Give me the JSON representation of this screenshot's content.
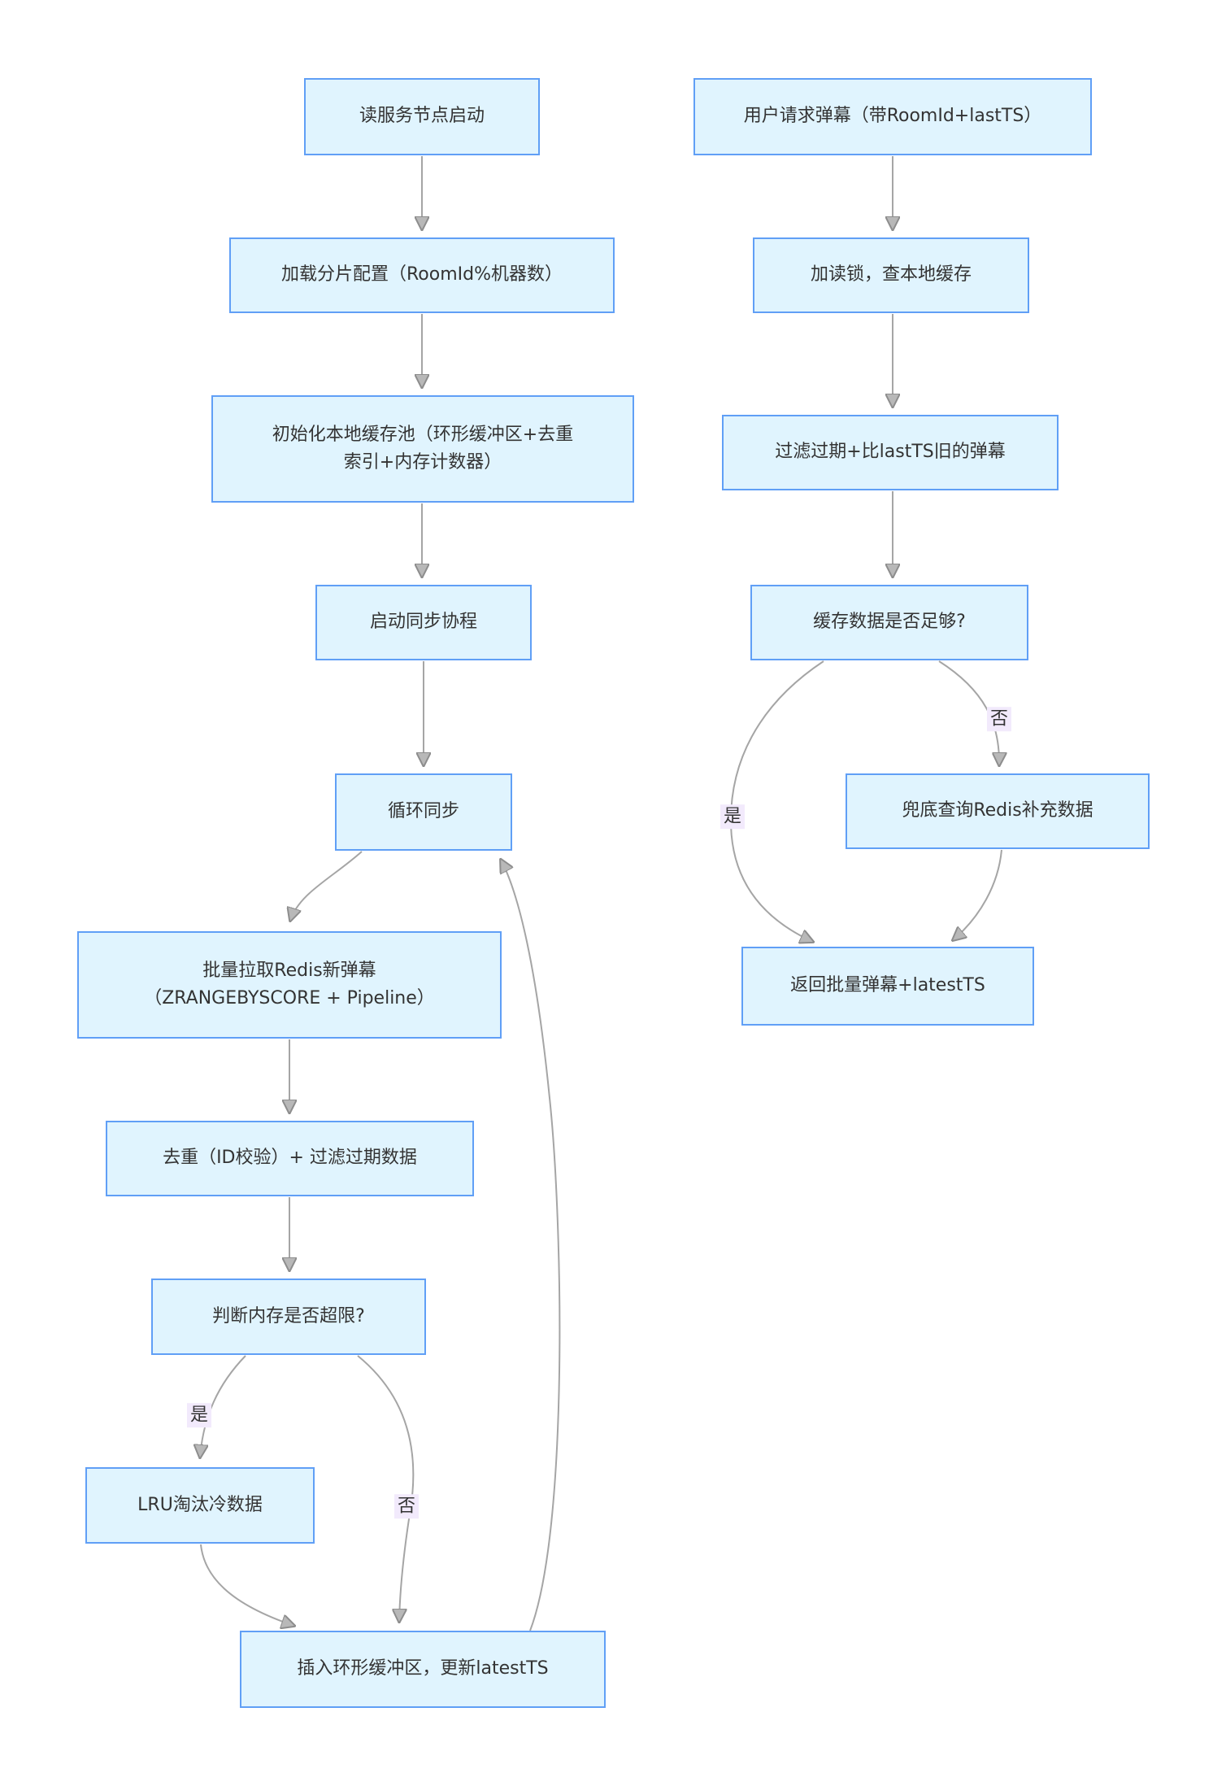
{
  "colors": {
    "background": "#ffffff",
    "node_fill": "#e0f4fe",
    "node_border": "#609ff6",
    "edge_line": "#a5a5a5",
    "arrowhead_fill": "#b8b8b8",
    "arrowhead_stroke": "#8d8d8d",
    "edge_label_bg": "#f2eafc",
    "text": "#333333"
  },
  "nodes": {
    "svc_start": "读服务节点启动",
    "load_shard": "加载分片配置（RoomId%机器数）",
    "init_pool": "初始化本地缓存池（环形缓冲区+去重\n索引+内存计数器）",
    "start_sync": "启动同步协程",
    "loop_sync": "循环同步",
    "batch_pull": "批量拉取Redis新弹幕\n（ZRANGEBYSCORE + Pipeline）",
    "dedup": "去重（ID校验）+ 过滤过期数据",
    "mem_check": "判断内存是否超限?",
    "lru": "LRU淘汰冷数据",
    "insert_ring": "插入环形缓冲区，更新latestTS",
    "user_req": "用户请求弹幕（带RoomId+lastTS）",
    "read_lock": "加读锁，查本地缓存",
    "filter_old": "过滤过期+比lastTS旧的弹幕",
    "cache_enough": "缓存数据是否足够?",
    "redis_fallback": "兜底查询Redis补充数据",
    "return_batch": "返回批量弹幕+latestTS"
  },
  "edge_labels": {
    "mem_yes": "是",
    "mem_no": "否",
    "cache_yes": "是",
    "cache_no": "否"
  }
}
